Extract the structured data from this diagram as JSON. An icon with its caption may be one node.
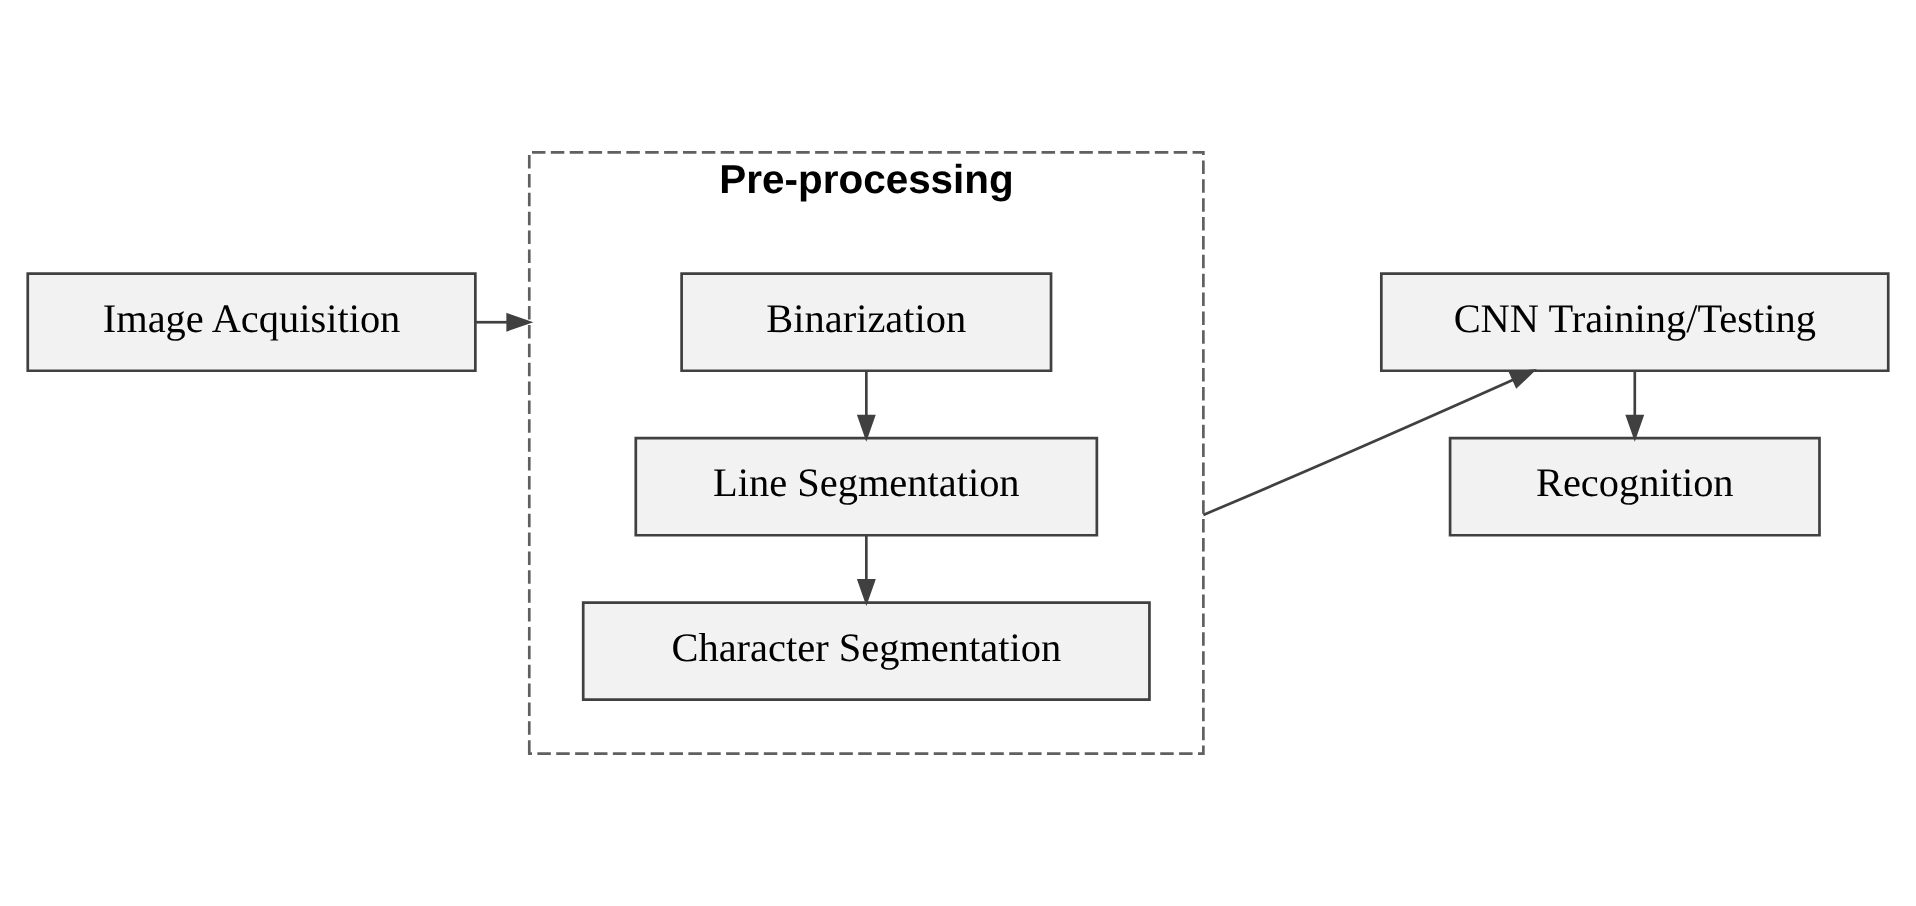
{
  "diagram": {
    "nodes": [
      {
        "text": [
          "Image Acquisition"
        ]
      },
      {
        "text": [
          "Pre-processing"
        ]
      },
      {
        "text": [
          "Binarization"
        ],
        "in": 1
      },
      {
        "text": [
          "Line Segmentation"
        ],
        "in": 1
      },
      {
        "text": [
          "Character Segmentation"
        ],
        "in": 1
      },
      {
        "text": [
          "CNN Training/Testing"
        ]
      },
      {
        "text": [
          "Recognition"
        ]
      }
    ],
    "edges": [
      {
        "from": 0,
        "to": 1,
        "arrow": "to"
      },
      {
        "from": 2,
        "to": 3,
        "arrow": "to"
      },
      {
        "from": 3,
        "to": 4,
        "arrow": "to"
      },
      {
        "from": 1,
        "to": 5,
        "arrow": "to"
      },
      {
        "from": 5,
        "to": 6,
        "arrow": "to"
      }
    ]
  }
}
